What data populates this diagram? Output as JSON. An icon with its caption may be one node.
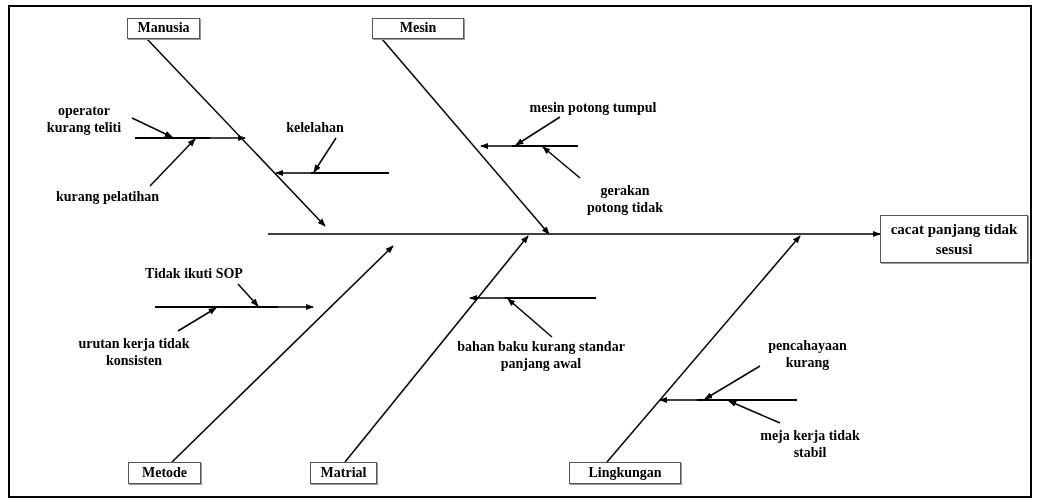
{
  "diagram": {
    "nodes": [
      {
        "text": [
          "Manusia"
        ]
      },
      {
        "text": [
          "Mesin"
        ]
      },
      {
        "text": [
          "Metode"
        ]
      },
      {
        "text": [
          "Matrial"
        ]
      },
      {
        "text": [
          "Lingkungan"
        ]
      },
      {
        "text": [
          "cacat panjang tidak sesusi"
        ]
      },
      {
        "text": [
          "operator kurang teliti"
        ]
      },
      {
        "text": [
          "kurang pelatihan"
        ]
      },
      {
        "text": [
          "kelelahan"
        ]
      },
      {
        "text": [
          "mesin potong tumpul"
        ]
      },
      {
        "text": [
          "gerakan potong tidak"
        ]
      },
      {
        "text": [
          "Tidak ikuti SOP"
        ]
      },
      {
        "text": [
          "urutan kerja tidak konsisten"
        ]
      },
      {
        "text": [
          "bahan baku kurang standar panjang awal"
        ]
      },
      {
        "text": [
          "pencahayaan kurang"
        ]
      },
      {
        "text": [
          "meja kerja tidak stabil"
        ]
      },
      {
        "text": [],
        "shape": "bar"
      },
      {
        "text": [],
        "shape": "bar"
      },
      {
        "text": [],
        "shape": "bar"
      },
      {
        "text": [],
        "shape": "bar"
      },
      {
        "text": [],
        "shape": "bar"
      },
      {
        "text": [],
        "shape": "bar"
      }
    ],
    "edges": [
      {
        "from": null,
        "to": 5,
        "arrow": "to"
      },
      {
        "from": 0,
        "to": null,
        "arrow": "to"
      },
      {
        "from": 1,
        "to": null,
        "arrow": "to"
      },
      {
        "from": 2,
        "to": null,
        "arrow": "to"
      },
      {
        "from": 3,
        "to": null,
        "arrow": "to"
      },
      {
        "from": 4,
        "to": null,
        "arrow": "to"
      },
      {
        "from": 6,
        "to": 16,
        "arrow": "to"
      },
      {
        "from": 7,
        "to": 16,
        "arrow": "to"
      },
      {
        "from": 8,
        "to": 17,
        "arrow": "to"
      },
      {
        "from": 9,
        "to": 18,
        "arrow": "to"
      },
      {
        "from": 10,
        "to": 18,
        "arrow": "to"
      },
      {
        "from": 11,
        "to": 19,
        "arrow": "to"
      },
      {
        "from": 12,
        "to": 19,
        "arrow": "to"
      },
      {
        "from": 13,
        "to": 20,
        "arrow": "to"
      },
      {
        "from": 14,
        "to": 21,
        "arrow": "to"
      },
      {
        "from": 15,
        "to": 21,
        "arrow": "to"
      },
      {
        "from": 16,
        "to": null,
        "arrow": "to"
      },
      {
        "from": 17,
        "to": null,
        "arrow": "to"
      },
      {
        "from": 18,
        "to": null,
        "arrow": "to"
      },
      {
        "from": 19,
        "to": null,
        "arrow": "to"
      },
      {
        "from": 20,
        "to": null,
        "arrow": "to"
      },
      {
        "from": 21,
        "to": null,
        "arrow": "to"
      }
    ]
  }
}
